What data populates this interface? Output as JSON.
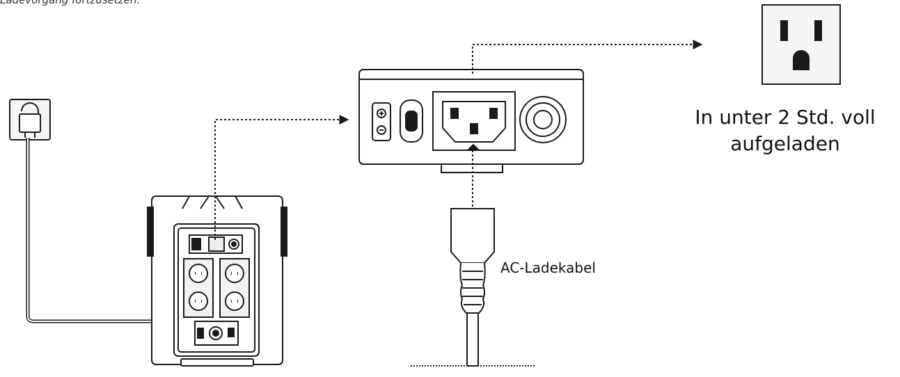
{
  "intro_text": "Ladevorgang fortzusetzen.",
  "outlet_caption": [
    "In unter 2 Std. voll",
    "aufgeladen"
  ],
  "cable_label": "AC-Ladekabel",
  "icons": [
    "wall-plug-icon",
    "power-station-icon",
    "ac-input-panel-icon",
    "wall-outlet-icon",
    "ac-plug-icon"
  ],
  "colors": {
    "line": "#1a1a1a",
    "background": "#ffffff"
  }
}
